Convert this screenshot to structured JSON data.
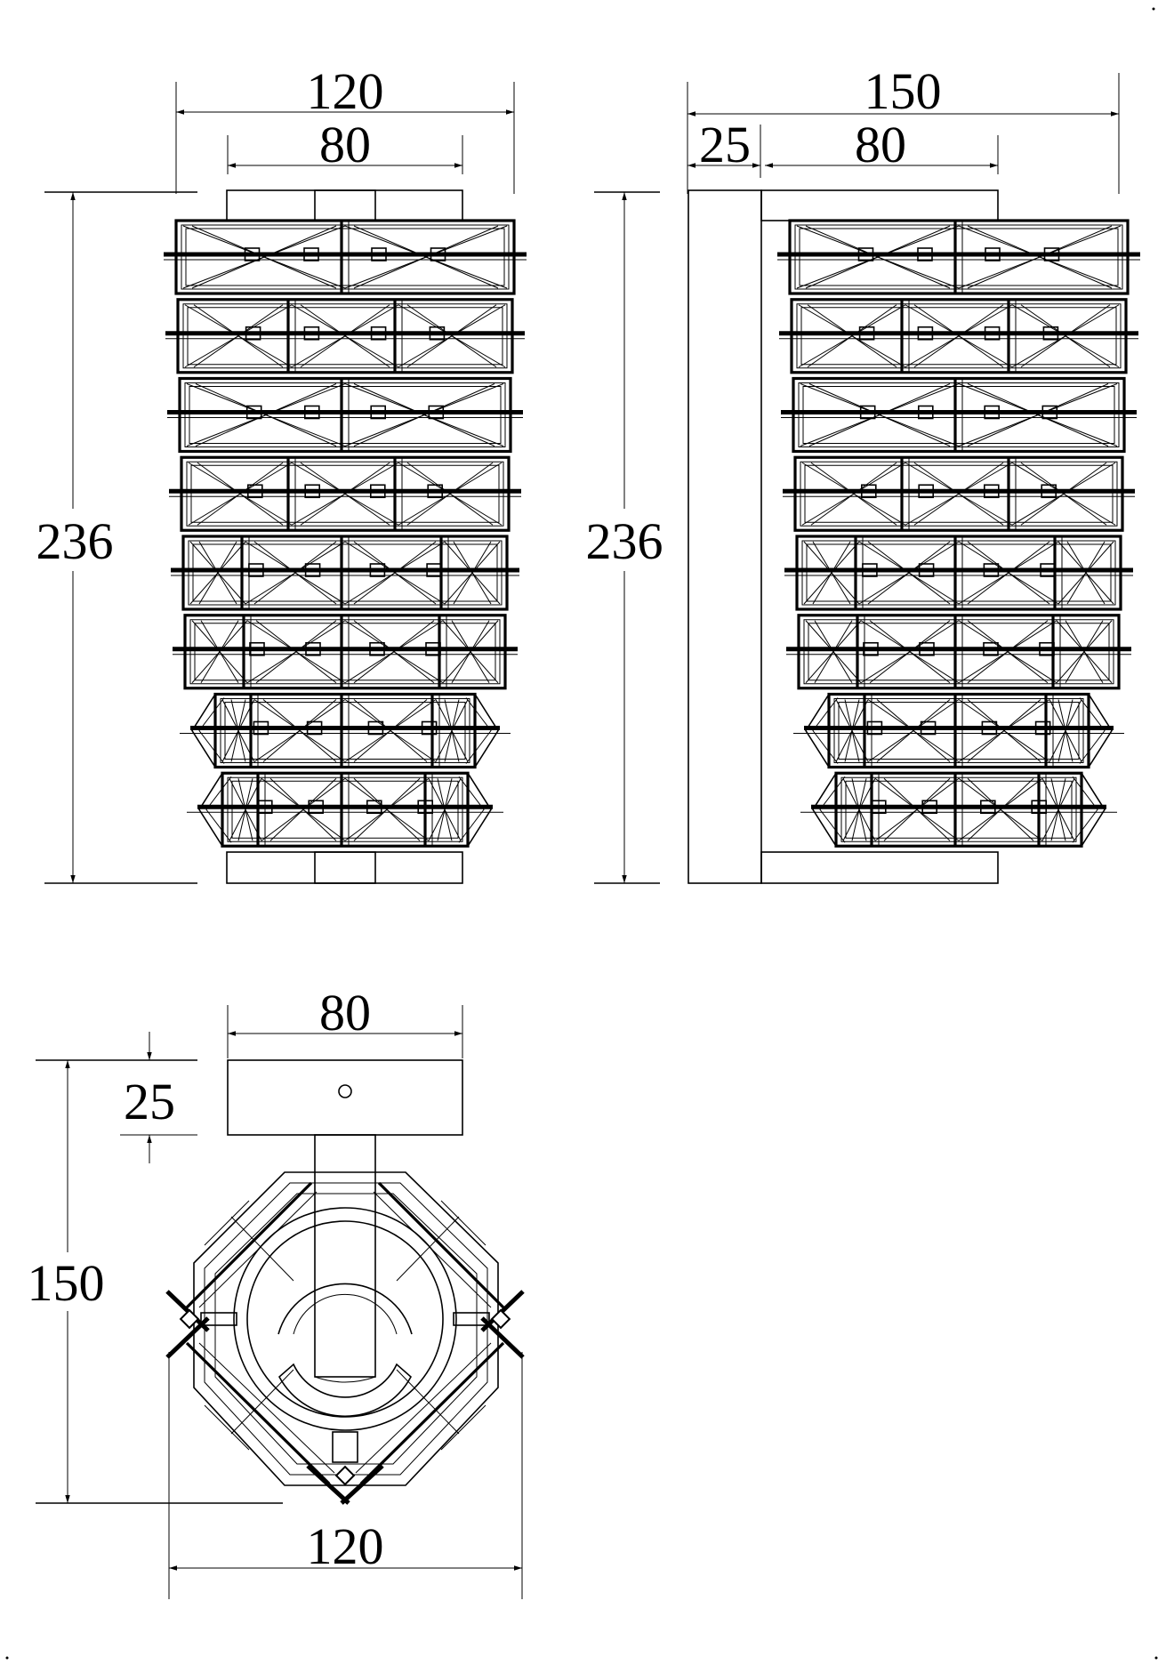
{
  "front_view": {
    "width_overall": "120",
    "width_inner": "80",
    "height": "236"
  },
  "side_view": {
    "depth_overall": "150",
    "plate_thickness": "25",
    "width_inner": "80",
    "height": "236"
  },
  "top_view": {
    "plate_width": "80",
    "plate_thickness": "25",
    "depth_overall": "150",
    "width_overall": "120"
  },
  "colors": {
    "ink": "#000000",
    "paper": "#ffffff"
  }
}
